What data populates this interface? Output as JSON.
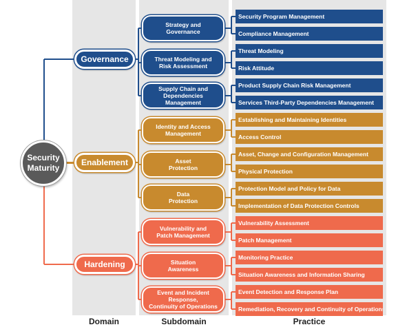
{
  "root": {
    "label": "Security\nMaturity",
    "color": "#5a5a5a"
  },
  "column_labels": {
    "domain": "Domain",
    "subdomain": "Subdomain",
    "practice": "Practice"
  },
  "domains": [
    {
      "label": "Governance",
      "color": "#1f4e8c",
      "subdomains": [
        {
          "label": "Strategy and\nGovernance",
          "practices": [
            "Security Program Management",
            "Compliance Management"
          ]
        },
        {
          "label": "Threat Modeling and\nRisk Assessment",
          "practices": [
            "Threat Modeling",
            "Risk Attitude"
          ]
        },
        {
          "label": "Supply Chain and\nDependencies Management",
          "practices": [
            "Product Supply Chain Risk Management",
            "Services Third-Party Dependencies Management"
          ]
        }
      ]
    },
    {
      "label": "Enablement",
      "color": "#c88a2e",
      "subdomains": [
        {
          "label": "Identity and Access\nManagement",
          "practices": [
            "Establishing and Maintaining Identities",
            "Access Control"
          ]
        },
        {
          "label": "Asset\nProtection",
          "practices": [
            "Asset, Change and Configuration Management",
            "Physical Protection"
          ]
        },
        {
          "label": "Data\nProtection",
          "practices": [
            "Protection Model and Policy for Data",
            "Implementation of Data Protection Controls"
          ]
        }
      ]
    },
    {
      "label": "Hardening",
      "color": "#ef6a4c",
      "subdomains": [
        {
          "label": "Vulnerability and\nPatch Management",
          "practices": [
            "Vulnerability Assessment",
            "Patch Management"
          ]
        },
        {
          "label": "Situation\nAwareness",
          "practices": [
            "Monitoring Practice",
            "Situation Awareness and Information Sharing"
          ]
        },
        {
          "label": "Event and Incident\nResponse,\nContinuity of Operations",
          "practices": [
            "Event Detection and Response Plan",
            "Remediation, Recovery and Continuity of Operations"
          ]
        }
      ]
    }
  ]
}
